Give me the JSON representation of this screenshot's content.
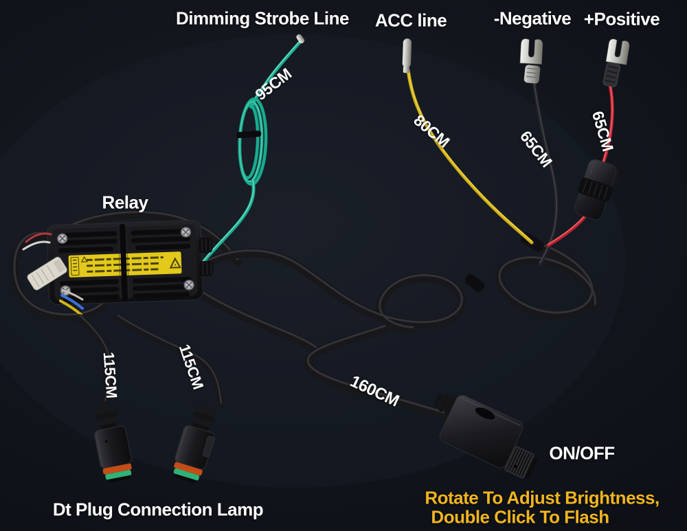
{
  "labels": {
    "dimming_strobe_line": "Dimming Strobe Line",
    "acc_line": "ACC line",
    "negative": "-Negative",
    "positive": "+Positive",
    "relay": "Relay",
    "on_off": "ON/OFF",
    "dt_plug_connection_lamp": "Dt Plug Connection Lamp"
  },
  "instructions": {
    "line1": "Rotate To Adjust Brightness,",
    "line2": "Double Click To Flash"
  },
  "wire_lengths": {
    "dimming_strobe": "95CM",
    "acc": "80CM",
    "negative": "65CM",
    "positive": "65CM",
    "lamp_left": "115CM",
    "lamp_right": "115CM",
    "switch": "160CM"
  },
  "colors": {
    "background": "#10131a",
    "label_text": "#ffffff",
    "instruction_text": "#f1b51f",
    "dimming_wire": "#19ab8f",
    "acc_wire": "#cfae10",
    "positive_wire": "#c02030",
    "negative_wire": "#222227",
    "relay_sticker": "#e2c91c",
    "dt_seal_orange": "#c44d17",
    "dt_wedge_green": "#2fb278",
    "metal_terminal": "#c9c9c4"
  }
}
